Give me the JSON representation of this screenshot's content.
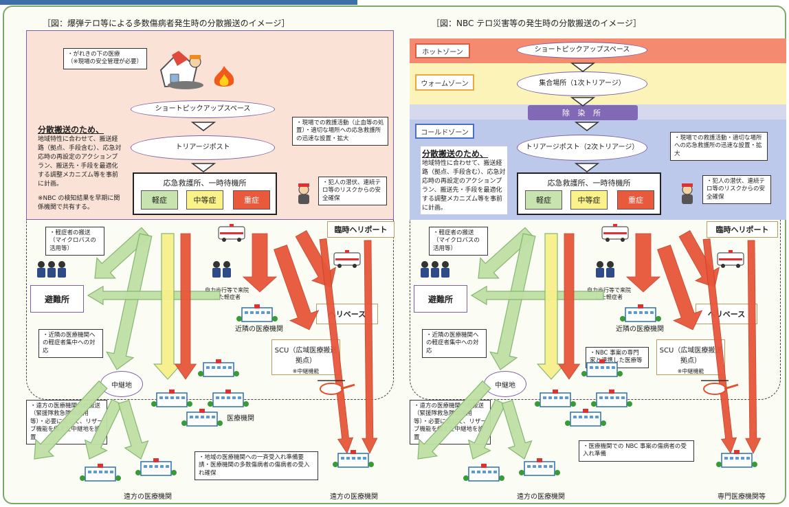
{
  "colors": {
    "green_arrow": "#bfe0a4",
    "yellow_arrow": "#f7f08c",
    "red_arrow": "#e8563a",
    "frame": "#7aa76a",
    "hot": "#f48a70",
    "warm": "#fbf3b8",
    "cold": "#bcc9ea",
    "decon": "#8269b5"
  },
  "left": {
    "title": "［図：爆弾テロ等による多数傷病者発生時の分散搬送のイメージ］",
    "rubble_note": {
      "line1": "・がれきの下の医療",
      "line2": "（※現場の安全管理が必要）"
    },
    "short_pickup": "ショートピックアップスペース",
    "triage": "トリアージポスト",
    "dist_head": "分散搬送のため、",
    "dist_body": "地域特性に合わせて、搬送経路（拠点、手段含む）、応急対応時の再設定のアクションプラン、搬送先・手段を最適化する調整メカニズム等を事前に計画。",
    "nbc_note": "※NBC の検知結果を早期に関係機関で共有する。",
    "rescue_note": "・現場での救護活動（止血等の処置）・適切な場所への応急救護所の迅速な設置・拡大",
    "criminal_note": "・犯人の潜伏、連続テロ等のリスクからの安全確保",
    "first_aid": "応急救護所、一時待機所",
    "sev_light": "軽症",
    "sev_mid": "中等症",
    "sev_heavy": "重症",
    "heliport": "臨時ヘリポート",
    "light_transport": "・軽症者の搬送（マイクロバスの活用等）",
    "shelter": "避難所",
    "walk": "自力歩行等で来院した軽症者",
    "nearby": "近隣の医療機関",
    "heli_base": "ヘリベース",
    "nearby_note": "・近隣の医療機関への軽症者集中への対応",
    "scu": "SCU（広域医療搬送拠点）",
    "relay_func": "※中継機能",
    "relay": "中継地",
    "med": "医療機関",
    "remote_note": "・遠方の医療機関への搬送（緊援隊救急隊の活用等）・必要に応じて、リザーブ機能を備えた中継地を設置",
    "regional_note": "・地域の医療機関への一斉受入れ準備要請・医療機関の多数傷病者の傷病者の受入れ確保",
    "remote_med": "遠方の医療機関"
  },
  "right": {
    "title": "［図：NBC テロ災害等の発生時の分散搬送のイメージ］",
    "hot": "ホットゾーン",
    "warm": "ウォームゾーン",
    "cold": "コールドゾーン",
    "short_pickup": "ショートピックアップスペース",
    "assembly": "集合場所（1次トリアージ）",
    "decon": "除 染 所",
    "triage": "トリアージポスト（2次トリアージ）",
    "dist_head": "分散搬送のため、",
    "dist_body": "地域特性に合わせて、搬送経路（拠点、手段含む）、応急対応時の再設定のアクションプラン、搬送先・手段を最適化する調整メカニズム等を事前に計画。",
    "rescue_note": "・現場での救護活動・適切な場所への応急救護所の迅速な設置・拡大",
    "criminal_note": "・犯人の潜伏、連続テロ等のリスクからの安全確保",
    "first_aid": "応急救護所、一時待機所",
    "sev_light": "軽症",
    "sev_mid": "中等症",
    "sev_heavy": "重症",
    "heliport": "臨時ヘリポート",
    "light_transport": "・軽症者の搬送（マイクロバスの活用等）",
    "shelter": "避難所",
    "walk": "自力歩行等で来院した軽症者",
    "nearby": "近隣の医療機関",
    "heli_base": "ヘリベース",
    "nearby_note": "・近隣の医療機関への軽症者集中への対応",
    "nbc_expert": "・NBC 事案の専門家と連携した医療等",
    "scu": "SCU（広域医療搬送拠点）",
    "relay_func": "※中継機能",
    "relay": "中継地",
    "remote_note": "・遠方の医療機関への搬送（緊援隊救急隊の活用等）・必要に応じて、リザーブ機能を備えた中継地を設置",
    "nbc_accept": "・医療機関での NBC 事案の傷病者の受入れ準備",
    "remote_med": "遠方の医療機関",
    "special_med": "専門医療機関等"
  }
}
